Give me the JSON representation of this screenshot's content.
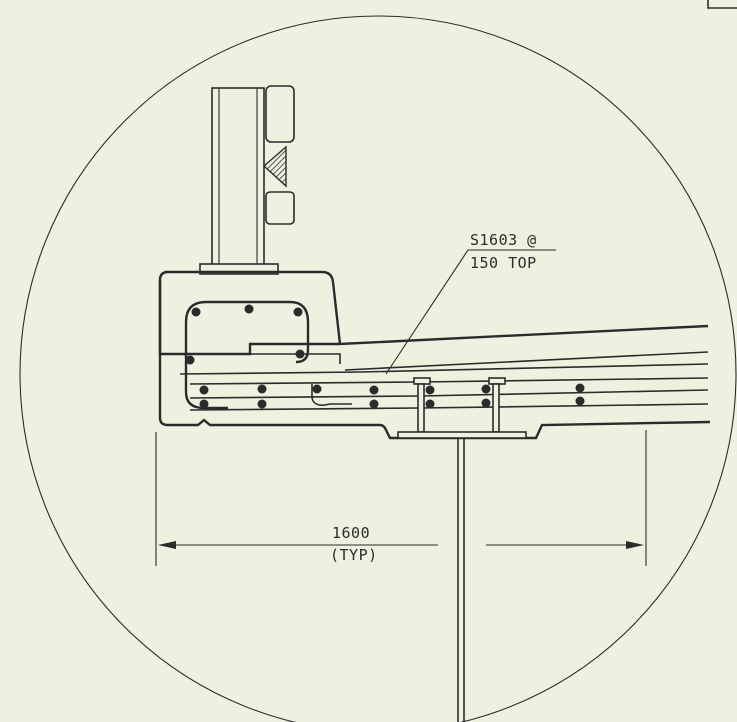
{
  "drawing": {
    "callout_bar": "S1603 @",
    "callout_spacing": "150 TOP",
    "dimension_value": "1600",
    "dimension_note": "(TYP)"
  },
  "colors": {
    "paper": "#eef1e0",
    "ink": "#2b2b2b"
  }
}
